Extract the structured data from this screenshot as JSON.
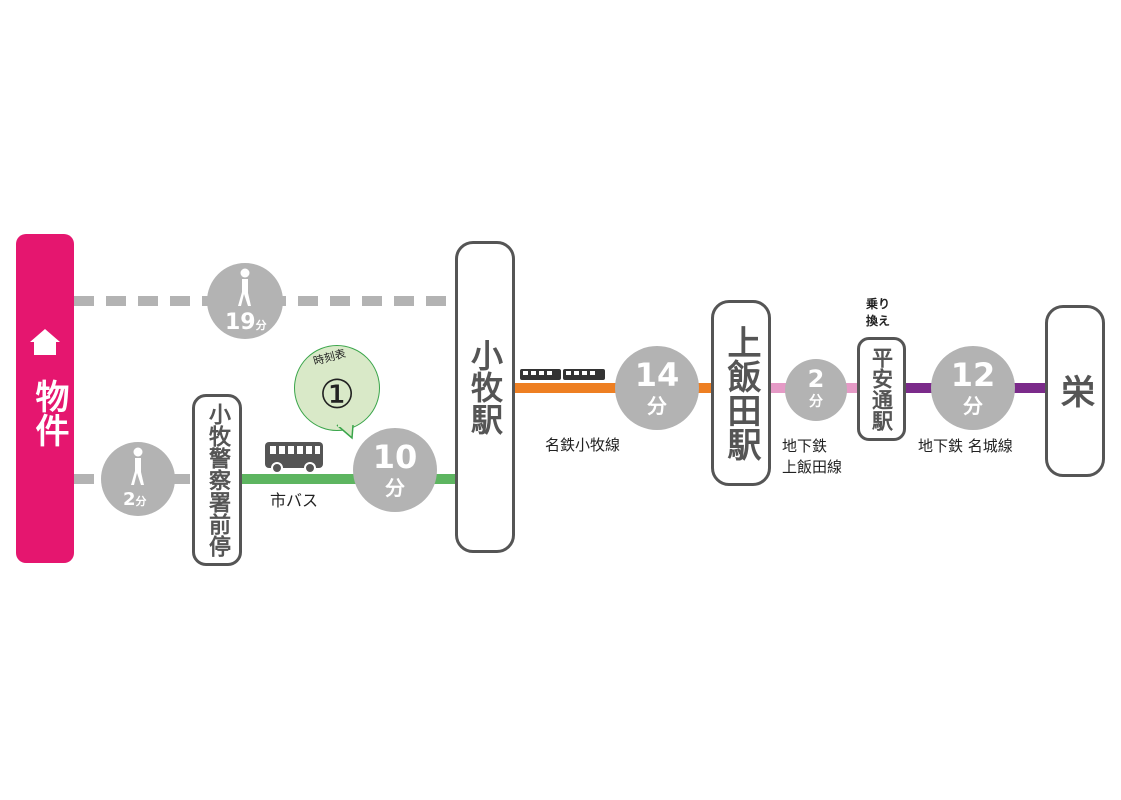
{
  "property": {
    "label": "物件",
    "icon": "house-icon"
  },
  "walk_top": {
    "minutes": "19",
    "unit": "分",
    "icon": "walking-person-icon"
  },
  "walk_bottom": {
    "minutes": "2",
    "unit": "分",
    "icon": "walking-person-icon"
  },
  "bus_stop": {
    "name": "小牧警察署前停"
  },
  "bus": {
    "label": "市バス",
    "minutes": "10",
    "unit": "分",
    "icon": "bus-icon"
  },
  "timetable": {
    "label": "時刻表",
    "number": "①"
  },
  "stations": [
    {
      "name": "小牧駅"
    },
    {
      "name": "上飯田駅"
    },
    {
      "name": "平安通駅"
    },
    {
      "name": "栄"
    }
  ],
  "segments": [
    {
      "line": "名鉄小牧線",
      "minutes": "14",
      "unit": "分",
      "color": "#ee7f22",
      "icon": "train-icon"
    },
    {
      "line_1": "地下鉄",
      "line_2": "上飯田線",
      "minutes": "2",
      "unit": "分",
      "color": "#e59ac6"
    },
    {
      "line": "地下鉄 名城線",
      "minutes": "12",
      "unit": "分",
      "color": "#7b2a8a"
    }
  ],
  "transfer": {
    "line_1": "乗り",
    "line_2": "換え"
  },
  "colors": {
    "property": "#e5166f",
    "walk": "#b3b3b3",
    "bus": "#5db560"
  }
}
